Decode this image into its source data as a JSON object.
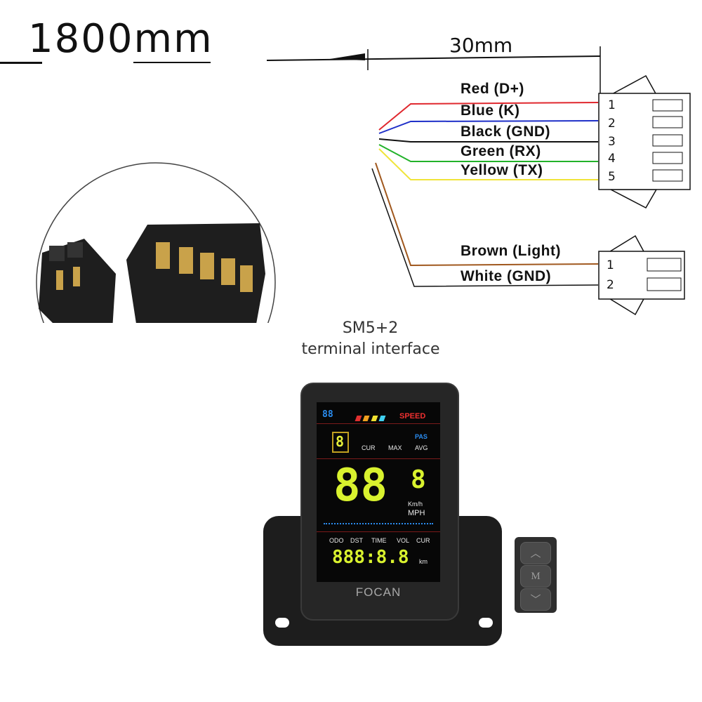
{
  "dimensions": {
    "cable_length": "1800mm",
    "lead_length": "30mm"
  },
  "connector_5pin": {
    "wires": [
      {
        "label": "Red (D+)",
        "color": "#e0282e",
        "pin": "1"
      },
      {
        "label": "Blue (K)",
        "color": "#1e2fc8",
        "pin": "2"
      },
      {
        "label": "Black (GND)",
        "color": "#111111",
        "pin": "3"
      },
      {
        "label": "Green (RX)",
        "color": "#22b22a",
        "pin": "4"
      },
      {
        "label": "Yellow (TX)",
        "color": "#f0e43a",
        "pin": "5"
      }
    ]
  },
  "connector_2pin": {
    "wires": [
      {
        "label": "Brown (Light)",
        "color": "#a0581e",
        "pin": "1"
      },
      {
        "label": "White (GND)",
        "color": "#d0d0d0",
        "pin": "2"
      }
    ]
  },
  "caption": {
    "line1": "SM5+2",
    "line2": "terminal interface"
  },
  "display": {
    "brand": "FOCAN",
    "speed_label": "SPEED",
    "battery_digits": "88",
    "gear": "8",
    "speed_main": "88",
    "speed_decimal": "8",
    "unit_kmh": "Km/h",
    "unit_mph": "MPH",
    "icons_row": [
      "CUR",
      "MAX",
      "AVG"
    ],
    "pas": "PAS",
    "mode_labels": [
      "ODO",
      "DST",
      "TIME",
      "VOL",
      "CUR"
    ],
    "odometer": "888:8.8",
    "odo_unit": "km"
  },
  "remote": {
    "up": "︿",
    "mode": "M",
    "down": "﹀"
  }
}
